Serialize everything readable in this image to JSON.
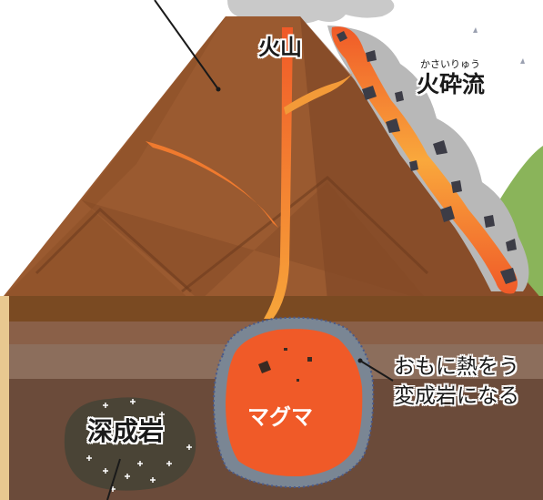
{
  "labels": {
    "volcano": "火山",
    "pyroclastic_flow": "火砕流",
    "pyroclastic_flow_ruby": "かさいりゅう",
    "magma": "マグマ",
    "metamorphic_line1": "おもに熱をう",
    "metamorphic_line2": "変成岩になる",
    "plutonic_rock": "深成岩"
  },
  "colors": {
    "sky": "#ffffff",
    "volcano_body": "#9a5a30",
    "volcano_shade": "#7a4424",
    "lava": "#f05a28",
    "lava_core": "#f8a63a",
    "smoke": "#bfbfbf",
    "ground_top": "#7a4a22",
    "ground_layer": "#8a6a56",
    "ground_deep": "#6b4b3a",
    "magma": "#f05a28",
    "metamorphic_ring": "#7a8694",
    "plutonic_rock": "#4a4436",
    "grass": "#8ab45a"
  }
}
